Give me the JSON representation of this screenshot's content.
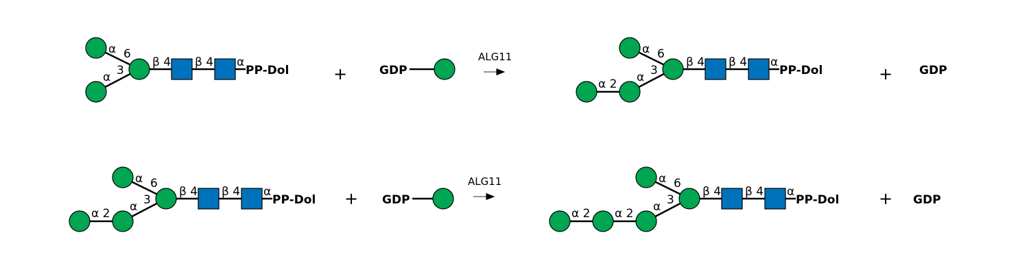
{
  "colors": {
    "mannose": "#00A651",
    "glcnac": "#0072BC",
    "line": "#000000"
  },
  "labels": {
    "alpha": "α",
    "beta4": "β 4",
    "alpha2": "α 2",
    "pos6": "6",
    "pos3": "3",
    "aglycone": "PP-Dol",
    "donor": "GDP",
    "plus": "+"
  },
  "reactions": [
    {
      "name": "reaction-1",
      "enzyme": "ALG11",
      "substrate_arm_mannoses": 1,
      "product_arm_mannoses": 2
    },
    {
      "name": "reaction-2",
      "enzyme": "ALG11",
      "substrate_arm_mannoses": 2,
      "product_arm_mannoses": 3
    }
  ]
}
